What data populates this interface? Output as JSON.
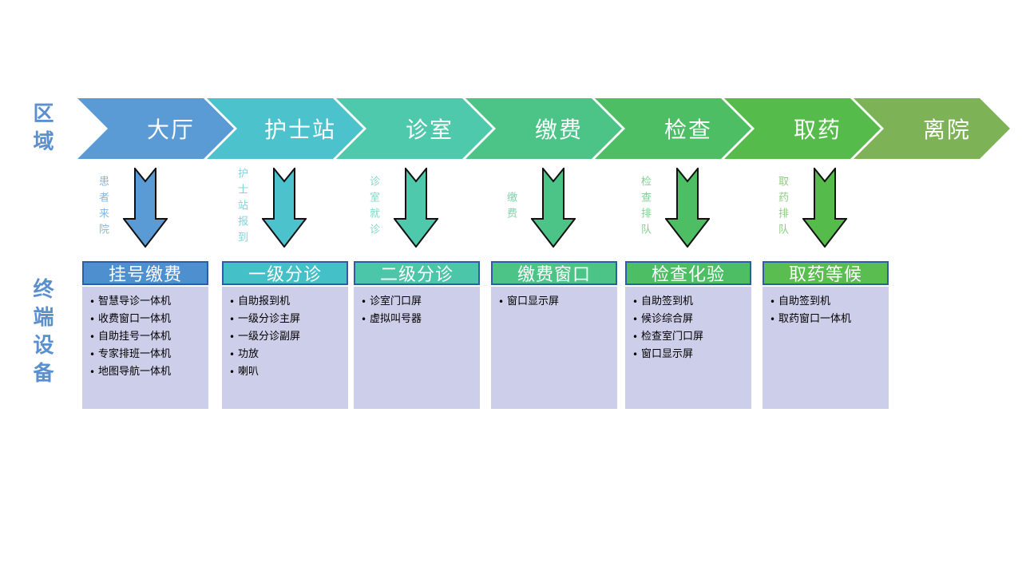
{
  "labels": {
    "area": "区域",
    "terminal": "终端设备",
    "label_color": "#5B8FCE"
  },
  "stages": [
    {
      "label": "大厅",
      "color": "#5B9BD5"
    },
    {
      "label": "护士站",
      "color": "#4BC2CC"
    },
    {
      "label": "诊室",
      "color": "#4FC9AB"
    },
    {
      "label": "缴费",
      "color": "#4DC487"
    },
    {
      "label": "检查",
      "color": "#4DBE63"
    },
    {
      "label": "取药",
      "color": "#55BC4B"
    },
    {
      "label": "离院",
      "color": "#7DB356"
    }
  ],
  "flows": [
    {
      "label": "患者来院",
      "arrow_color": "#5B9BD5",
      "text_color": "#85B8E1"
    },
    {
      "label": "护士站报到",
      "arrow_color": "#4BC2CC",
      "text_color": "#7FD4DA"
    },
    {
      "label": "诊室就诊",
      "arrow_color": "#4FC9AB",
      "text_color": "#7FD9C2"
    },
    {
      "label": "缴费",
      "arrow_color": "#4DC487",
      "text_color": "#82D4AB"
    },
    {
      "label": "检查排队",
      "arrow_color": "#4DBE63",
      "text_color": "#84CF94"
    },
    {
      "label": "取药排队",
      "arrow_color": "#55BC4B",
      "text_color": "#8CCD80"
    }
  ],
  "boxes": [
    {
      "title": "挂号缴费",
      "header_color": "#4E8FD0",
      "items": [
        "智慧导诊一体机",
        "收费窗口一体机",
        "自助挂号一体机",
        "专家排班一体机",
        "地图导航一体机"
      ]
    },
    {
      "title": "一级分诊",
      "header_color": "#44C0C8",
      "items": [
        "自助报到机",
        "一级分诊主屏",
        "一级分诊副屏",
        "功放",
        "喇叭"
      ]
    },
    {
      "title": "二级分诊",
      "header_color": "#4CC6A8",
      "items": [
        "诊室门口屏",
        "虚拟叫号器"
      ]
    },
    {
      "title": "缴费窗口",
      "header_color": "#4DC487",
      "items": [
        "窗口显示屏"
      ]
    },
    {
      "title": "检查化验",
      "header_color": "#4DBE63",
      "items": [
        "自助签到机",
        "候诊综合屏",
        "检查室门口屏",
        "窗口显示屏"
      ]
    },
    {
      "title": "取药等候",
      "header_color": "#5ABD4F",
      "items": [
        "自助签到机",
        "取药窗口一体机"
      ]
    }
  ],
  "style_colors": {
    "box_body": "#CDCEE9",
    "header_border": "#2F5BA8",
    "arrow_outline": "#111111"
  }
}
